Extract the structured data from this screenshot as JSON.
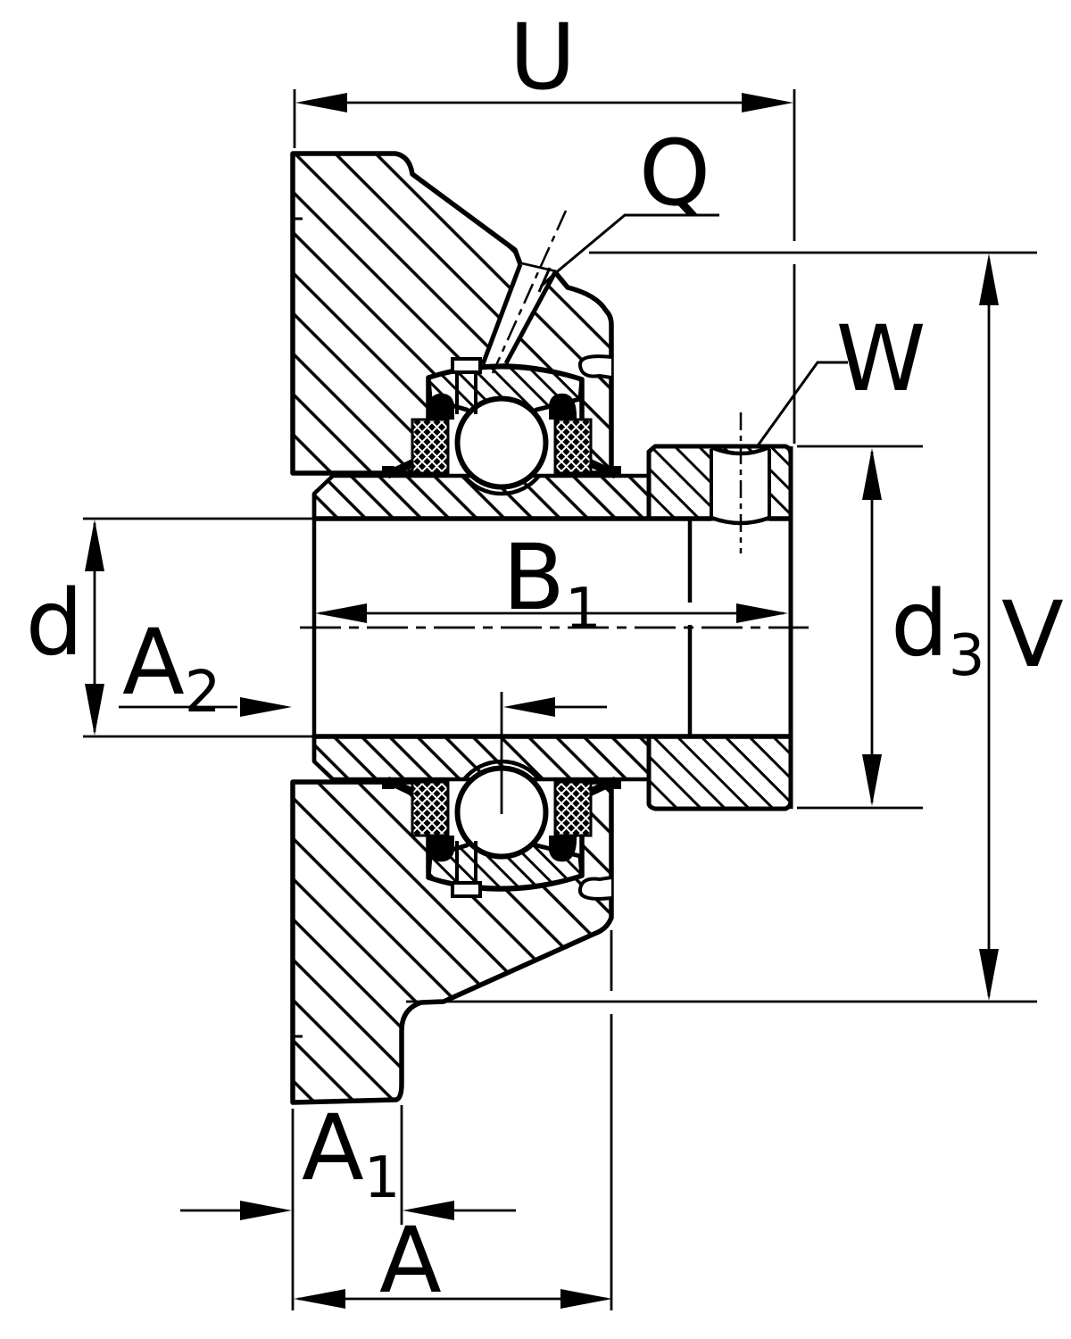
{
  "drawing": {
    "type": "technical-section-drawing",
    "subject": "flanged-bearing-unit-cross-section"
  },
  "colors": {
    "line": "#000000",
    "background": "#ffffff"
  },
  "labels": {
    "u": {
      "text": "U"
    },
    "q": {
      "text": "Q"
    },
    "w": {
      "text": "W"
    },
    "d": {
      "text": "d"
    },
    "a2": {
      "base": "A",
      "sub": "2"
    },
    "b1": {
      "base": "B",
      "sub": "1"
    },
    "d3": {
      "base": "d",
      "sub": "3"
    },
    "v": {
      "text": "V"
    },
    "a1": {
      "base": "A",
      "sub": "1"
    },
    "a": {
      "text": "A"
    }
  }
}
